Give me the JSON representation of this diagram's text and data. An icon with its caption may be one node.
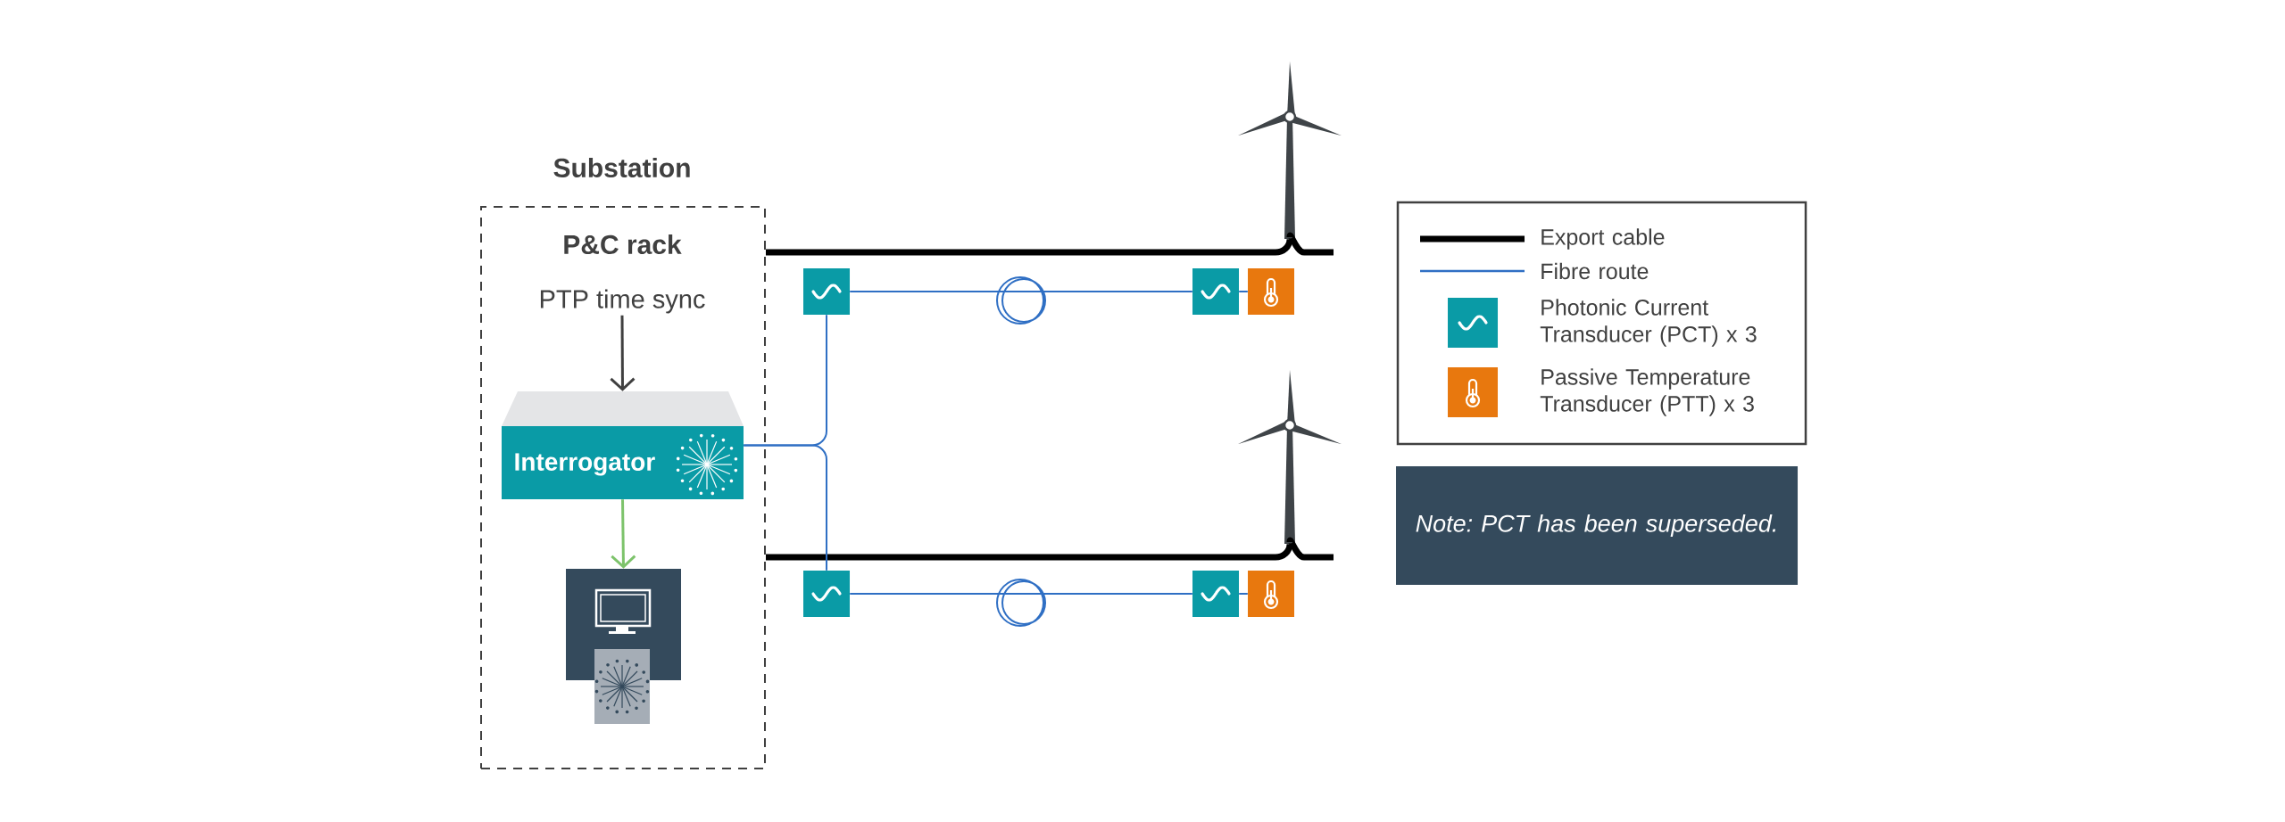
{
  "diagram": {
    "nodes": [
      {
        "text": [
          "Substation",
          "P&C rack"
        ]
      },
      {
        "text": [
          "PTP time sync"
        ],
        "in": 0
      },
      {
        "text": [
          "Interrogator"
        ],
        "in": 0
      },
      {
        "text": [],
        "shape": "box",
        "in": 0
      },
      {
        "text": [],
        "shape": "box"
      },
      {
        "text": [],
        "shape": "box"
      },
      {
        "text": [],
        "shape": "box"
      },
      {
        "text": [],
        "shape": "box"
      },
      {
        "text": [],
        "shape": "box"
      },
      {
        "text": [],
        "shape": "box"
      },
      {
        "text": [],
        "shape": "picture"
      },
      {
        "text": [],
        "shape": "picture"
      },
      {
        "text": [
          "Note: PCT has been superseded."
        ]
      }
    ],
    "edges": [
      {
        "from": 1,
        "to": 2,
        "arrow": "to",
        "color": "#404040"
      },
      {
        "from": 2,
        "to": 3,
        "arrow": "to",
        "color": "#7dc36b"
      },
      {
        "from": 0,
        "to": 10,
        "arrow": "none",
        "style": "thick",
        "color": "#000000"
      },
      {
        "from": 0,
        "to": 11,
        "arrow": "none",
        "style": "thick",
        "color": "#000000"
      },
      {
        "from": 2,
        "to": 4,
        "arrow": "none"
      },
      {
        "from": 2,
        "to": 7,
        "arrow": "none"
      },
      {
        "from": 4,
        "to": 5,
        "arrow": "none"
      },
      {
        "from": 5,
        "to": 6,
        "arrow": "none"
      },
      {
        "from": 7,
        "to": 8,
        "arrow": "none"
      },
      {
        "from": 8,
        "to": 9,
        "arrow": "none"
      }
    ],
    "legend": [
      {
        "text": "Export cable"
      },
      {
        "text": "Fibre route"
      },
      {
        "text": "Photonic Current Transducer (PCT) x 3"
      },
      {
        "text": "Passive Temperature Transducer (PTT) x 3"
      }
    ]
  }
}
